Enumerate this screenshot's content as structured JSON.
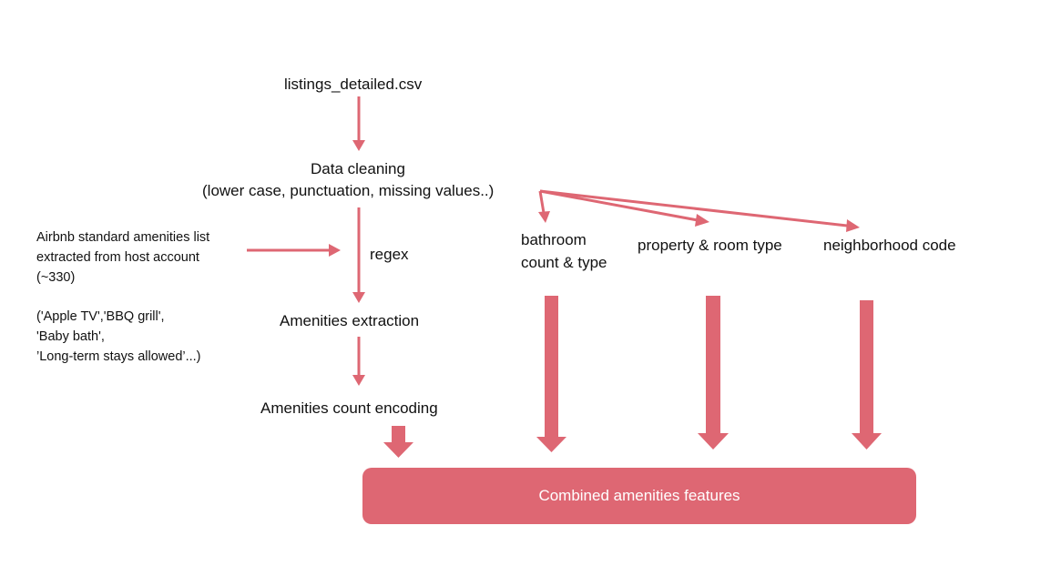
{
  "colors": {
    "accent": "#de6773",
    "text": "#111111",
    "box_text": "#ffffff"
  },
  "nodes": {
    "source": "listings_detailed.csv",
    "cleaning_title": "Data cleaning",
    "cleaning_detail": "(lower case, punctuation, missing values..)",
    "regex": "regex",
    "extraction": "Amenities extraction",
    "count_encoding": "Amenities count encoding",
    "bathroom_line1": "bathroom",
    "bathroom_line2": "count & type",
    "property": "property & room type",
    "neighborhood": "neighborhood code",
    "combined": "Combined amenities features"
  },
  "side_note": {
    "line1": "Airbnb standard amenities list",
    "line2": "extracted from host account",
    "line3": "(~330)",
    "examples_line1": "('Apple TV','BBQ grill',",
    "examples_line2": "'Baby bath',",
    "examples_line3": "’Long-term stays allowed’...)"
  }
}
